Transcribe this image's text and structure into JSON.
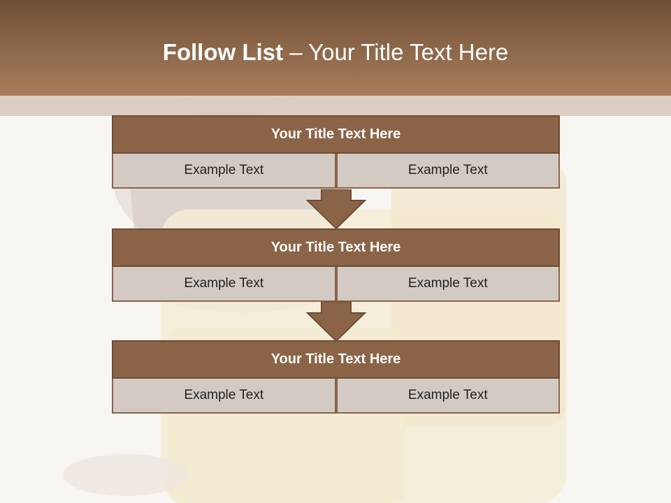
{
  "slide": {
    "title_bold": "Follow List",
    "title_rest": " – Your Title Text Here"
  },
  "blocks": [
    {
      "title": "Your Title Text Here",
      "cells": [
        "Example Text",
        "Example Text"
      ]
    },
    {
      "title": "Your Title Text Here",
      "cells": [
        "Example Text",
        "Example Text"
      ]
    },
    {
      "title": "Your Title Text Here",
      "cells": [
        "Example Text",
        "Example Text"
      ]
    }
  ],
  "colors": {
    "header": "#8a6447",
    "block_head": "#8b6447",
    "block_cell": "#d3cac4",
    "arrow": "#8b6447"
  }
}
